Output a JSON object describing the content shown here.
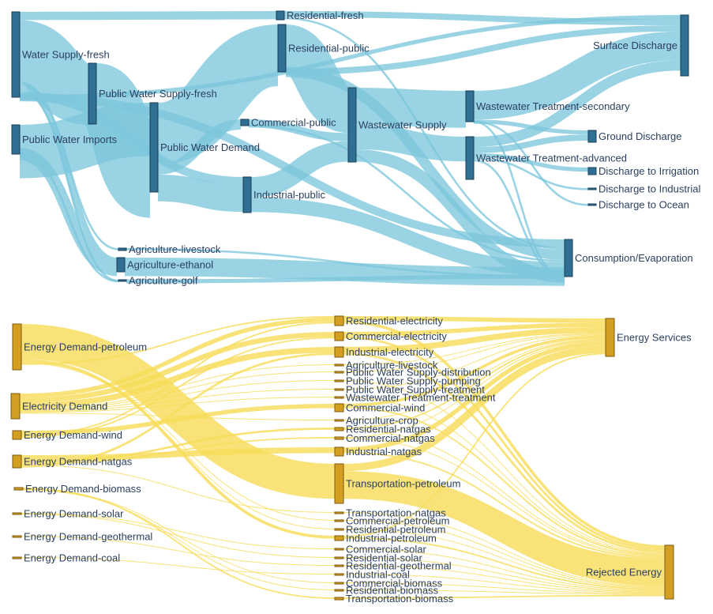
{
  "water": {
    "nodes": {
      "wsf": "Water Supply-fresh",
      "pwi": "Public Water Imports",
      "pwsf": "Public Water Supply-fresh",
      "pwd": "Public Water Demand",
      "res_fresh": "Residential-fresh",
      "res_pub": "Residential-public",
      "com_pub": "Commercial-public",
      "ind_pub": "Industrial-public",
      "ag_live": "Agriculture-livestock",
      "ag_eth": "Agriculture-ethanol",
      "ag_golf": "Agriculture-golf",
      "ww_supply": "Wastewater Supply",
      "wwt_sec": "Wastewater Treatment-secondary",
      "wwt_adv": "Wastewater Treatment-advanced",
      "surf": "Surface Discharge",
      "ground": "Ground Discharge",
      "d_irr": "Discharge to Irrigation",
      "d_ind": "Discharge to Industrial",
      "d_ocean": "Discharge to Ocean",
      "cons": "Consumption/Evaporation"
    },
    "links": [
      {
        "s": "wsf",
        "t": "res_fresh",
        "v": 4
      },
      {
        "s": "wsf",
        "t": "pwsf",
        "v": 30
      },
      {
        "s": "wsf",
        "t": "ag_live",
        "v": 1
      },
      {
        "s": "wsf",
        "t": "ag_eth",
        "v": 3
      },
      {
        "s": "wsf",
        "t": "ag_golf",
        "v": 1
      },
      {
        "s": "wsf",
        "t": "ind_pub",
        "v": 4
      },
      {
        "s": "wsf",
        "t": "cons",
        "v": 4
      },
      {
        "s": "wsf",
        "t": "surf",
        "v": 2
      },
      {
        "s": "pwi",
        "t": "pwd",
        "v": 26
      },
      {
        "s": "pwi",
        "t": "ag_eth",
        "v": 6
      },
      {
        "s": "pwi",
        "t": "ag_golf",
        "v": 1
      },
      {
        "s": "pwsf",
        "t": "pwd",
        "v": 30
      },
      {
        "s": "pwd",
        "t": "res_pub",
        "v": 30
      },
      {
        "s": "pwd",
        "t": "com_pub",
        "v": 5
      },
      {
        "s": "pwd",
        "t": "ind_pub",
        "v": 13
      },
      {
        "s": "res_fresh",
        "t": "surf",
        "v": 3
      },
      {
        "s": "res_fresh",
        "t": "cons",
        "v": 1
      },
      {
        "s": "res_pub",
        "t": "ww_supply",
        "v": 22
      },
      {
        "s": "res_pub",
        "t": "cons",
        "v": 5
      },
      {
        "s": "res_pub",
        "t": "surf",
        "v": 3
      },
      {
        "s": "com_pub",
        "t": "ww_supply",
        "v": 4
      },
      {
        "s": "com_pub",
        "t": "cons",
        "v": 1
      },
      {
        "s": "ind_pub",
        "t": "ww_supply",
        "v": 10
      },
      {
        "s": "ind_pub",
        "t": "cons",
        "v": 7
      },
      {
        "s": "ag_live",
        "t": "cons",
        "v": 1
      },
      {
        "s": "ag_eth",
        "t": "cons",
        "v": 9
      },
      {
        "s": "ag_golf",
        "t": "cons",
        "v": 2
      },
      {
        "s": "ww_supply",
        "t": "wwt_sec",
        "v": 18
      },
      {
        "s": "ww_supply",
        "t": "wwt_adv",
        "v": 12
      },
      {
        "s": "ww_supply",
        "t": "cons",
        "v": 6
      },
      {
        "s": "wwt_sec",
        "t": "surf",
        "v": 14
      },
      {
        "s": "wwt_sec",
        "t": "ground",
        "v": 2
      },
      {
        "s": "wwt_sec",
        "t": "d_ocean",
        "v": 1
      },
      {
        "s": "wwt_sec",
        "t": "cons",
        "v": 1
      },
      {
        "s": "wwt_adv",
        "t": "surf",
        "v": 5
      },
      {
        "s": "wwt_adv",
        "t": "ground",
        "v": 3
      },
      {
        "s": "wwt_adv",
        "t": "d_irr",
        "v": 2
      },
      {
        "s": "wwt_adv",
        "t": "d_ind",
        "v": 1
      },
      {
        "s": "wwt_adv",
        "t": "cons",
        "v": 1
      }
    ]
  },
  "energy": {
    "nodes": {
      "ed_pet": "Energy Demand-petroleum",
      "elec": "Electricity Demand",
      "ed_wind": "Energy Demand-wind",
      "ed_ng": "Energy Demand-natgas",
      "ed_bio": "Energy Demand-biomass",
      "ed_sol": "Energy Demand-solar",
      "ed_geo": "Energy Demand-geothermal",
      "ed_coal": "Energy Demand-coal",
      "res_el": "Residential-electricity",
      "com_el": "Commercial-electricity",
      "ind_el": "Industrial-electricity",
      "ag_live": "Agriculture-livestock",
      "pws_dist": "Public Water Supply-distribution",
      "pws_pump": "Public Water Supply-pumping",
      "pws_treat": "Public Water Supply-treatment",
      "ww_treat": "Wastewater Treatment-treatment",
      "com_wind": "Commercial-wind",
      "ag_crop": "Agriculture-crop",
      "res_ng": "Residential-natgas",
      "com_ng": "Commercial-natgas",
      "ind_ng": "Industrial-natgas",
      "tr_pet": "Transportation-petroleum",
      "tr_ng": "Transportation-natgas",
      "com_pet": "Commercial-petroleum",
      "res_pet": "Residential-petroleum",
      "ind_pet": "Industrial-petroleum",
      "com_sol": "Commercial-solar",
      "res_sol": "Residential-solar",
      "res_geo": "Residential-geothermal",
      "ind_coal": "Industrial-coal",
      "com_bio": "Commercial-biomass",
      "res_bio": "Residential-biomass",
      "tr_bio": "Transportation-biomass",
      "services": "Energy Services",
      "rejected": "Rejected Energy"
    },
    "links": [
      {
        "s": "ed_pet",
        "t": "tr_pet",
        "v": 48
      },
      {
        "s": "ed_pet",
        "t": "ind_pet",
        "v": 4
      },
      {
        "s": "ed_pet",
        "t": "com_pet",
        "v": 1
      },
      {
        "s": "ed_pet",
        "t": "res_pet",
        "v": 1
      },
      {
        "s": "ed_pet",
        "t": "res_el",
        "v": 2
      },
      {
        "s": "elec",
        "t": "res_el",
        "v": 6
      },
      {
        "s": "elec",
        "t": "com_el",
        "v": 7
      },
      {
        "s": "elec",
        "t": "ind_el",
        "v": 8
      },
      {
        "s": "elec",
        "t": "ag_live",
        "v": 1
      },
      {
        "s": "elec",
        "t": "pws_dist",
        "v": 1
      },
      {
        "s": "elec",
        "t": "pws_pump",
        "v": 1
      },
      {
        "s": "elec",
        "t": "pws_treat",
        "v": 1
      },
      {
        "s": "elec",
        "t": "ww_treat",
        "v": 1
      },
      {
        "s": "elec",
        "t": "ag_crop",
        "v": 1
      },
      {
        "s": "ed_wind",
        "t": "com_wind",
        "v": 6
      },
      {
        "s": "ed_wind",
        "t": "res_el",
        "v": 2
      },
      {
        "s": "ed_wind",
        "t": "com_el",
        "v": 2
      },
      {
        "s": "ed_ng",
        "t": "ind_ng",
        "v": 8
      },
      {
        "s": "ed_ng",
        "t": "res_ng",
        "v": 3
      },
      {
        "s": "ed_ng",
        "t": "com_ng",
        "v": 2
      },
      {
        "s": "ed_ng",
        "t": "tr_ng",
        "v": 1
      },
      {
        "s": "ed_ng",
        "t": "ind_el",
        "v": 3
      },
      {
        "s": "ed_bio",
        "t": "tr_bio",
        "v": 2
      },
      {
        "s": "ed_bio",
        "t": "com_bio",
        "v": 1
      },
      {
        "s": "ed_bio",
        "t": "res_bio",
        "v": 1
      },
      {
        "s": "ed_sol",
        "t": "com_sol",
        "v": 1
      },
      {
        "s": "ed_sol",
        "t": "res_sol",
        "v": 1
      },
      {
        "s": "ed_geo",
        "t": "res_geo",
        "v": 1
      },
      {
        "s": "ed_coal",
        "t": "ind_coal",
        "v": 1
      },
      {
        "s": "res_el",
        "t": "services",
        "v": 6
      },
      {
        "s": "res_el",
        "t": "rejected",
        "v": 4
      },
      {
        "s": "com_el",
        "t": "services",
        "v": 6
      },
      {
        "s": "com_el",
        "t": "rejected",
        "v": 3
      },
      {
        "s": "ind_el",
        "t": "services",
        "v": 8
      },
      {
        "s": "ind_el",
        "t": "rejected",
        "v": 3
      },
      {
        "s": "ag_live",
        "t": "services",
        "v": 1
      },
      {
        "s": "pws_dist",
        "t": "services",
        "v": 1
      },
      {
        "s": "pws_pump",
        "t": "rejected",
        "v": 1
      },
      {
        "s": "pws_treat",
        "t": "services",
        "v": 1
      },
      {
        "s": "ww_treat",
        "t": "rejected",
        "v": 1
      },
      {
        "s": "com_wind",
        "t": "services",
        "v": 4
      },
      {
        "s": "com_wind",
        "t": "rejected",
        "v": 2
      },
      {
        "s": "ag_crop",
        "t": "services",
        "v": 1
      },
      {
        "s": "res_ng",
        "t": "services",
        "v": 2
      },
      {
        "s": "res_ng",
        "t": "rejected",
        "v": 1
      },
      {
        "s": "com_ng",
        "t": "services",
        "v": 1
      },
      {
        "s": "com_ng",
        "t": "rejected",
        "v": 1
      },
      {
        "s": "ind_ng",
        "t": "services",
        "v": 6
      },
      {
        "s": "ind_ng",
        "t": "rejected",
        "v": 2
      },
      {
        "s": "tr_pet",
        "t": "services",
        "v": 10
      },
      {
        "s": "tr_pet",
        "t": "rejected",
        "v": 38
      },
      {
        "s": "tr_ng",
        "t": "rejected",
        "v": 1
      },
      {
        "s": "com_pet",
        "t": "rejected",
        "v": 1
      },
      {
        "s": "res_pet",
        "t": "rejected",
        "v": 1
      },
      {
        "s": "ind_pet",
        "t": "services",
        "v": 2
      },
      {
        "s": "ind_pet",
        "t": "rejected",
        "v": 2
      },
      {
        "s": "com_sol",
        "t": "rejected",
        "v": 1
      },
      {
        "s": "res_sol",
        "t": "rejected",
        "v": 1
      },
      {
        "s": "res_geo",
        "t": "rejected",
        "v": 1
      },
      {
        "s": "ind_coal",
        "t": "rejected",
        "v": 1
      },
      {
        "s": "com_bio",
        "t": "rejected",
        "v": 1
      },
      {
        "s": "res_bio",
        "t": "rejected",
        "v": 1
      },
      {
        "s": "tr_bio",
        "t": "rejected",
        "v": 2
      }
    ]
  },
  "colors": {
    "water_link": "#7cc6dc",
    "water_node": "#2f6f93",
    "energy_link": "#f7dc57",
    "energy_node": "#d29f23"
  }
}
